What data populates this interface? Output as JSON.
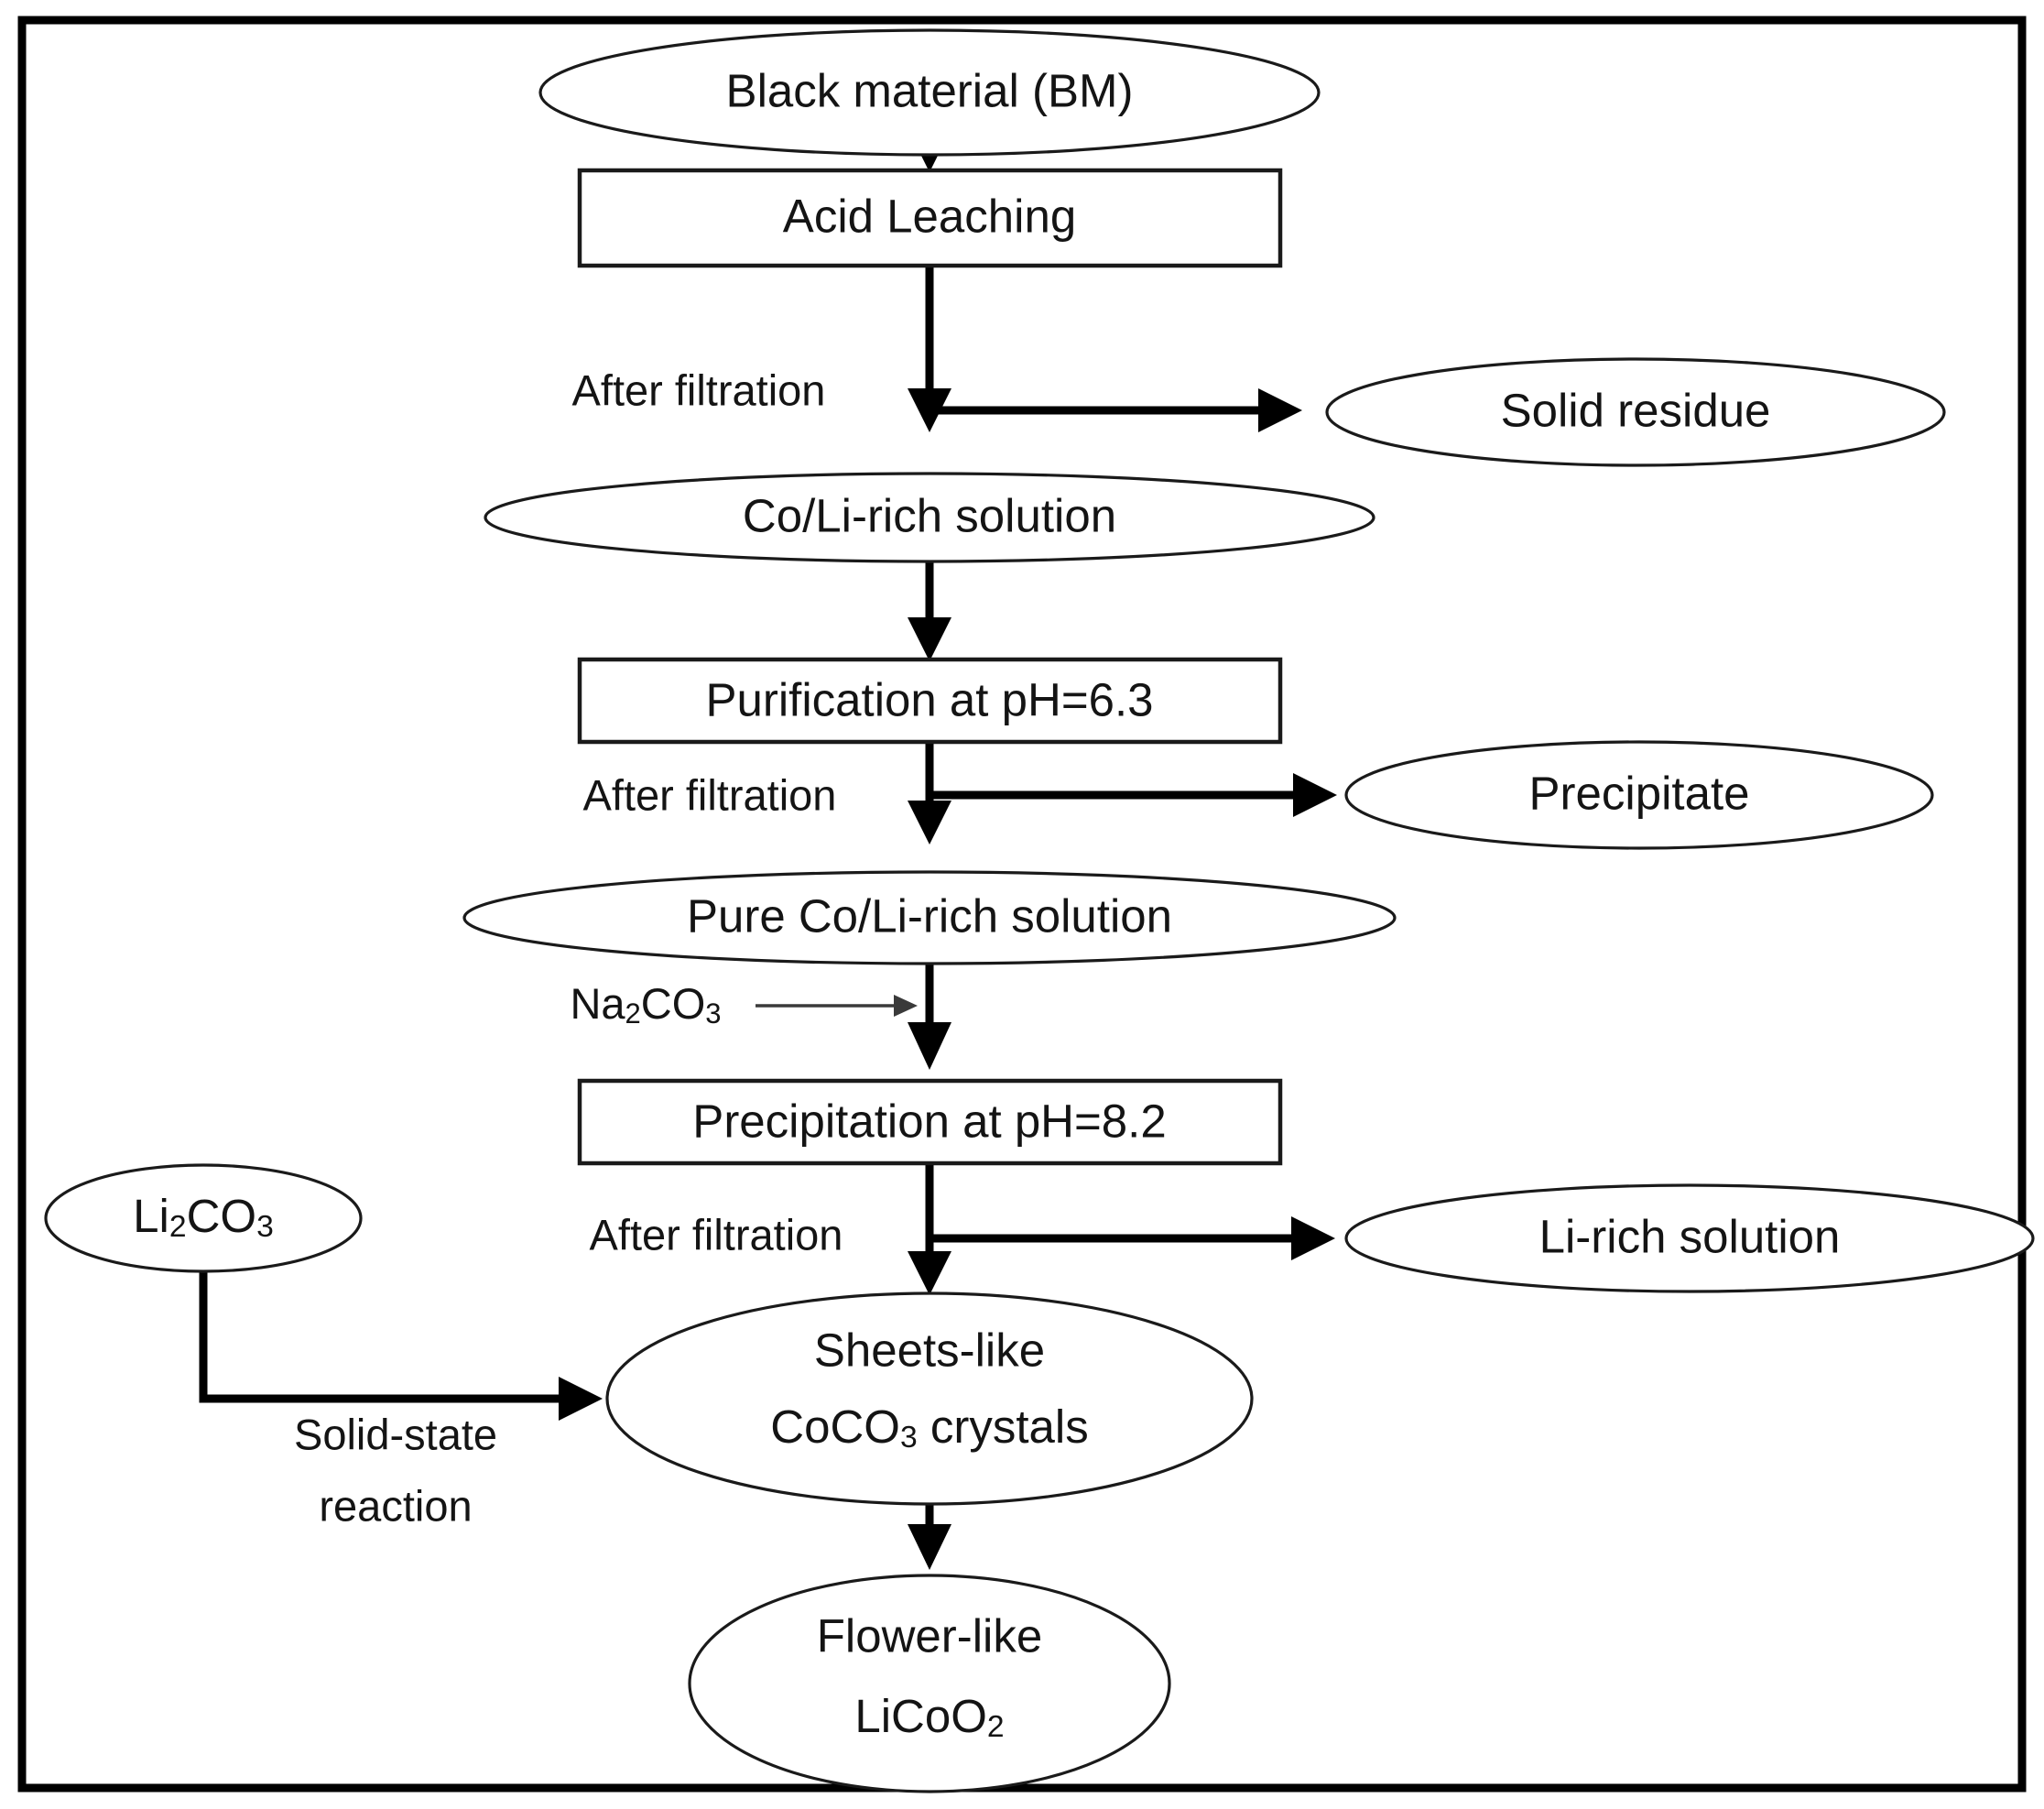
{
  "diagram": {
    "title": "Hydrometallurgical recovery flowchart for LiCoO2 from black material",
    "frame": {
      "border_color": "#000000"
    },
    "nodes": [
      {
        "id": "black-material",
        "shape": "ellipse",
        "lines": [
          "Black material (BM)"
        ]
      },
      {
        "id": "acid-leaching",
        "shape": "box",
        "lines": [
          "Acid Leaching"
        ]
      },
      {
        "id": "solid-residue",
        "shape": "ellipse",
        "lines": [
          "Solid residue"
        ]
      },
      {
        "id": "co-li-rich-solution",
        "shape": "ellipse",
        "lines": [
          "Co/Li-rich solution"
        ]
      },
      {
        "id": "purification",
        "shape": "box",
        "lines": [
          "Purification at pH=6.3"
        ]
      },
      {
        "id": "precipitate",
        "shape": "ellipse",
        "lines": [
          "Precipitate"
        ]
      },
      {
        "id": "pure-co-li-solution",
        "shape": "ellipse",
        "lines": [
          "Pure Co/Li-rich solution"
        ]
      },
      {
        "id": "precipitation",
        "shape": "box",
        "lines": [
          "Precipitation at pH=8.2"
        ]
      },
      {
        "id": "li-rich-solution",
        "shape": "ellipse",
        "lines": [
          "Li-rich solution"
        ]
      },
      {
        "id": "li2co3",
        "shape": "ellipse",
        "lines": [
          "Li2CO3"
        ]
      },
      {
        "id": "coco3-crystals",
        "shape": "ellipse",
        "lines": [
          "Sheets-like",
          "CoCO3 crystals"
        ]
      },
      {
        "id": "licoo2",
        "shape": "ellipse",
        "lines": [
          "Flower-like",
          "LiCoO2"
        ]
      }
    ],
    "edge_labels": [
      {
        "id": "after-filtration-1",
        "text": "After filtration"
      },
      {
        "id": "after-filtration-2",
        "text": "After filtration"
      },
      {
        "id": "after-filtration-3",
        "text": "After filtration"
      },
      {
        "id": "na2co3-reagent",
        "text": "Na2CO3"
      },
      {
        "id": "solid-state-line-1",
        "text": "Solid-state"
      },
      {
        "id": "solid-state-line-2",
        "text": "reaction"
      }
    ],
    "labels": {
      "black_material": "Black material (BM)",
      "acid_leaching": "Acid Leaching",
      "solid_residue": "Solid residue",
      "co_li_rich_solution": "Co/Li-rich solution",
      "purification": "Purification at pH=6.3",
      "precipitate": "Precipitate",
      "pure_co_li_rich_solution": "Pure Co/Li-rich solution",
      "precipitation": "Precipitation at pH=8.2",
      "li_rich_solution": "Li-rich solution",
      "coco3_line1": "Sheets-like",
      "licoo2_line1": "Flower-like",
      "after_filtration_1": "After filtration",
      "after_filtration_2": "After filtration",
      "after_filtration_3": "After filtration",
      "solid_state_line1": "Solid-state",
      "solid_state_line2": "reaction"
    },
    "formulas": {
      "li2co3": {
        "prefix": "Li",
        "sub1": "2",
        "mid": "CO",
        "sub2": "3"
      },
      "na2co3": {
        "prefix": "Na",
        "sub1": "2",
        "mid": "CO",
        "sub2": "3"
      },
      "coco3": {
        "prefix": "CoCO",
        "sub1": "3",
        "suffix": " crystals"
      },
      "licoo2": {
        "prefix": "LiCoO",
        "sub1": "2"
      }
    }
  }
}
